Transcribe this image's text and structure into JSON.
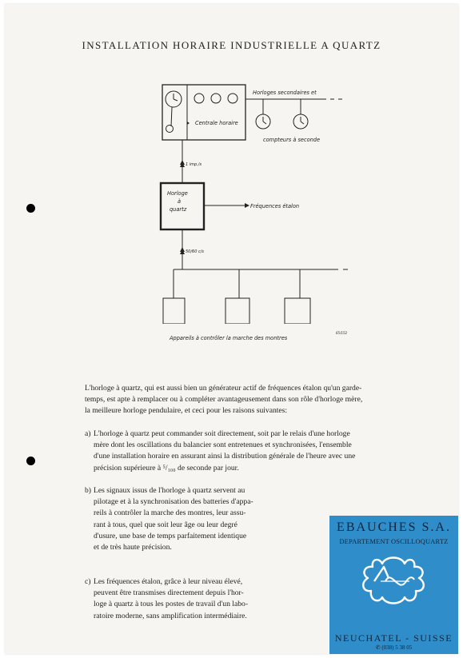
{
  "title": "INSTALLATION HORAIRE INDUSTRIELLE A QUARTZ",
  "diagram": {
    "secondary_clocks": "Horloges secondaires et",
    "central_clock": "Centrale horaire",
    "counters": "compteurs à seconde",
    "upper_rate": "1 imp./s",
    "quartz_clock": [
      "Horloge",
      "à",
      "quartz"
    ],
    "standard_frequencies": "Fréquences étalon",
    "lower_rate": "50/60 c/s",
    "devices": "Appareils à contrôler la marche des montres",
    "ref": "65/152"
  },
  "text": {
    "intro": [
      "L'horloge à quartz, qui est aussi bien un générateur actif de fréquences étalon qu'un garde-",
      "temps, est apte à remplacer ou à compléter avantageusement dans son rôle d'horloge mère,",
      "la meilleure horloge pendulaire, et ceci pour les raisons suivantes:"
    ],
    "a": {
      "label": "a)",
      "lines": [
        "L'horloge à quartz peut commander soit directement, soit par le relais d'une horloge",
        "mère dont les oscillations du balancier sont entretenues et synchronisées, l'ensemble",
        "d'une installation horaire en assurant ainsi la distribution générale de l'heure avec une",
        "précision supérieure à ⁵/₁₀₀ de seconde par jour."
      ]
    },
    "b": {
      "label": "b)",
      "lines": [
        "Les signaux issus de l'horloge à quartz servent au",
        "pilotage et à la synchronisation des batteries d'appa-",
        "reils à contrôler la marche des montres, leur assu-",
        "rant à tous, quel que soit leur âge ou leur degré",
        "d'usure, une base de temps parfaitement identique",
        "et de très haute précision.",
        ""
      ]
    },
    "c": {
      "label": "c)",
      "lines": [
        "Les fréquences étalon, grâce à leur niveau élevé,",
        "peuvent être transmises directement depuis l'hor-",
        "loge à quartz à tous les postes de travail d'un labo-",
        "ratoire moderne, sans amplification intermédiaire.",
        ""
      ]
    }
  },
  "ad": {
    "company": "EBAUCHES S.A.",
    "department": "DEPARTEMENT OSCILLOQUARTZ",
    "city": "NEUCHATEL - SUISSE",
    "phone": "(038) 5 38 05",
    "background_color": "#2f8ec9"
  }
}
